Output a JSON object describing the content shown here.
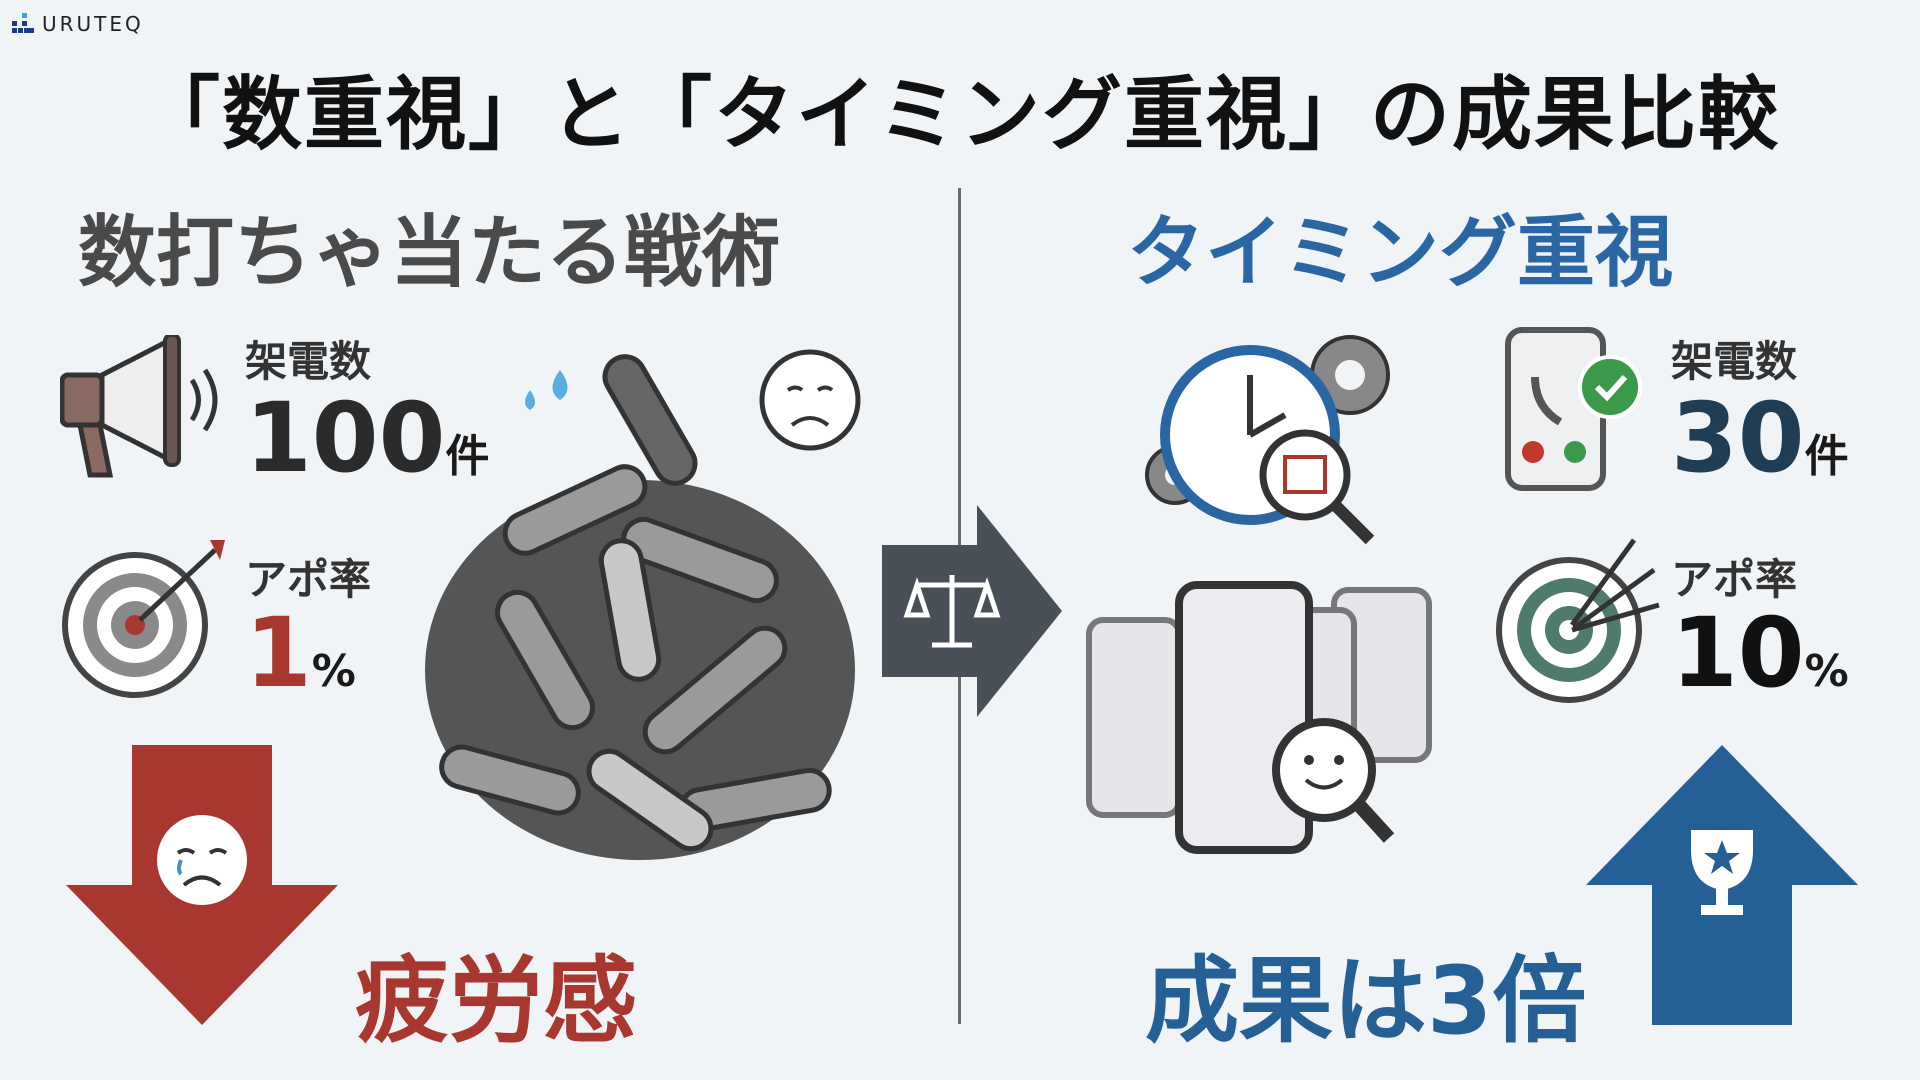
{
  "brand": {
    "logo_text": "URUTEQ"
  },
  "title": "「数重視」と「タイミング重視」の成果比較",
  "left": {
    "heading": "数打ちゃ当たる戦術",
    "calls_label": "架電数",
    "calls_value": "100",
    "calls_unit": "件",
    "rate_label": "アポ率",
    "rate_value": "1",
    "rate_unit": "%",
    "result": "疲労感"
  },
  "right": {
    "heading": "タイミング重視",
    "calls_label": "架電数",
    "calls_value": "30",
    "calls_unit": "件",
    "rate_label": "アポ率",
    "rate_value": "10",
    "rate_unit": "%",
    "result": "成果は3倍"
  },
  "colors": {
    "red": "#a8382f",
    "blue": "#245f96",
    "gray": "#4a4a4a",
    "bg": "#f1f4f7"
  }
}
